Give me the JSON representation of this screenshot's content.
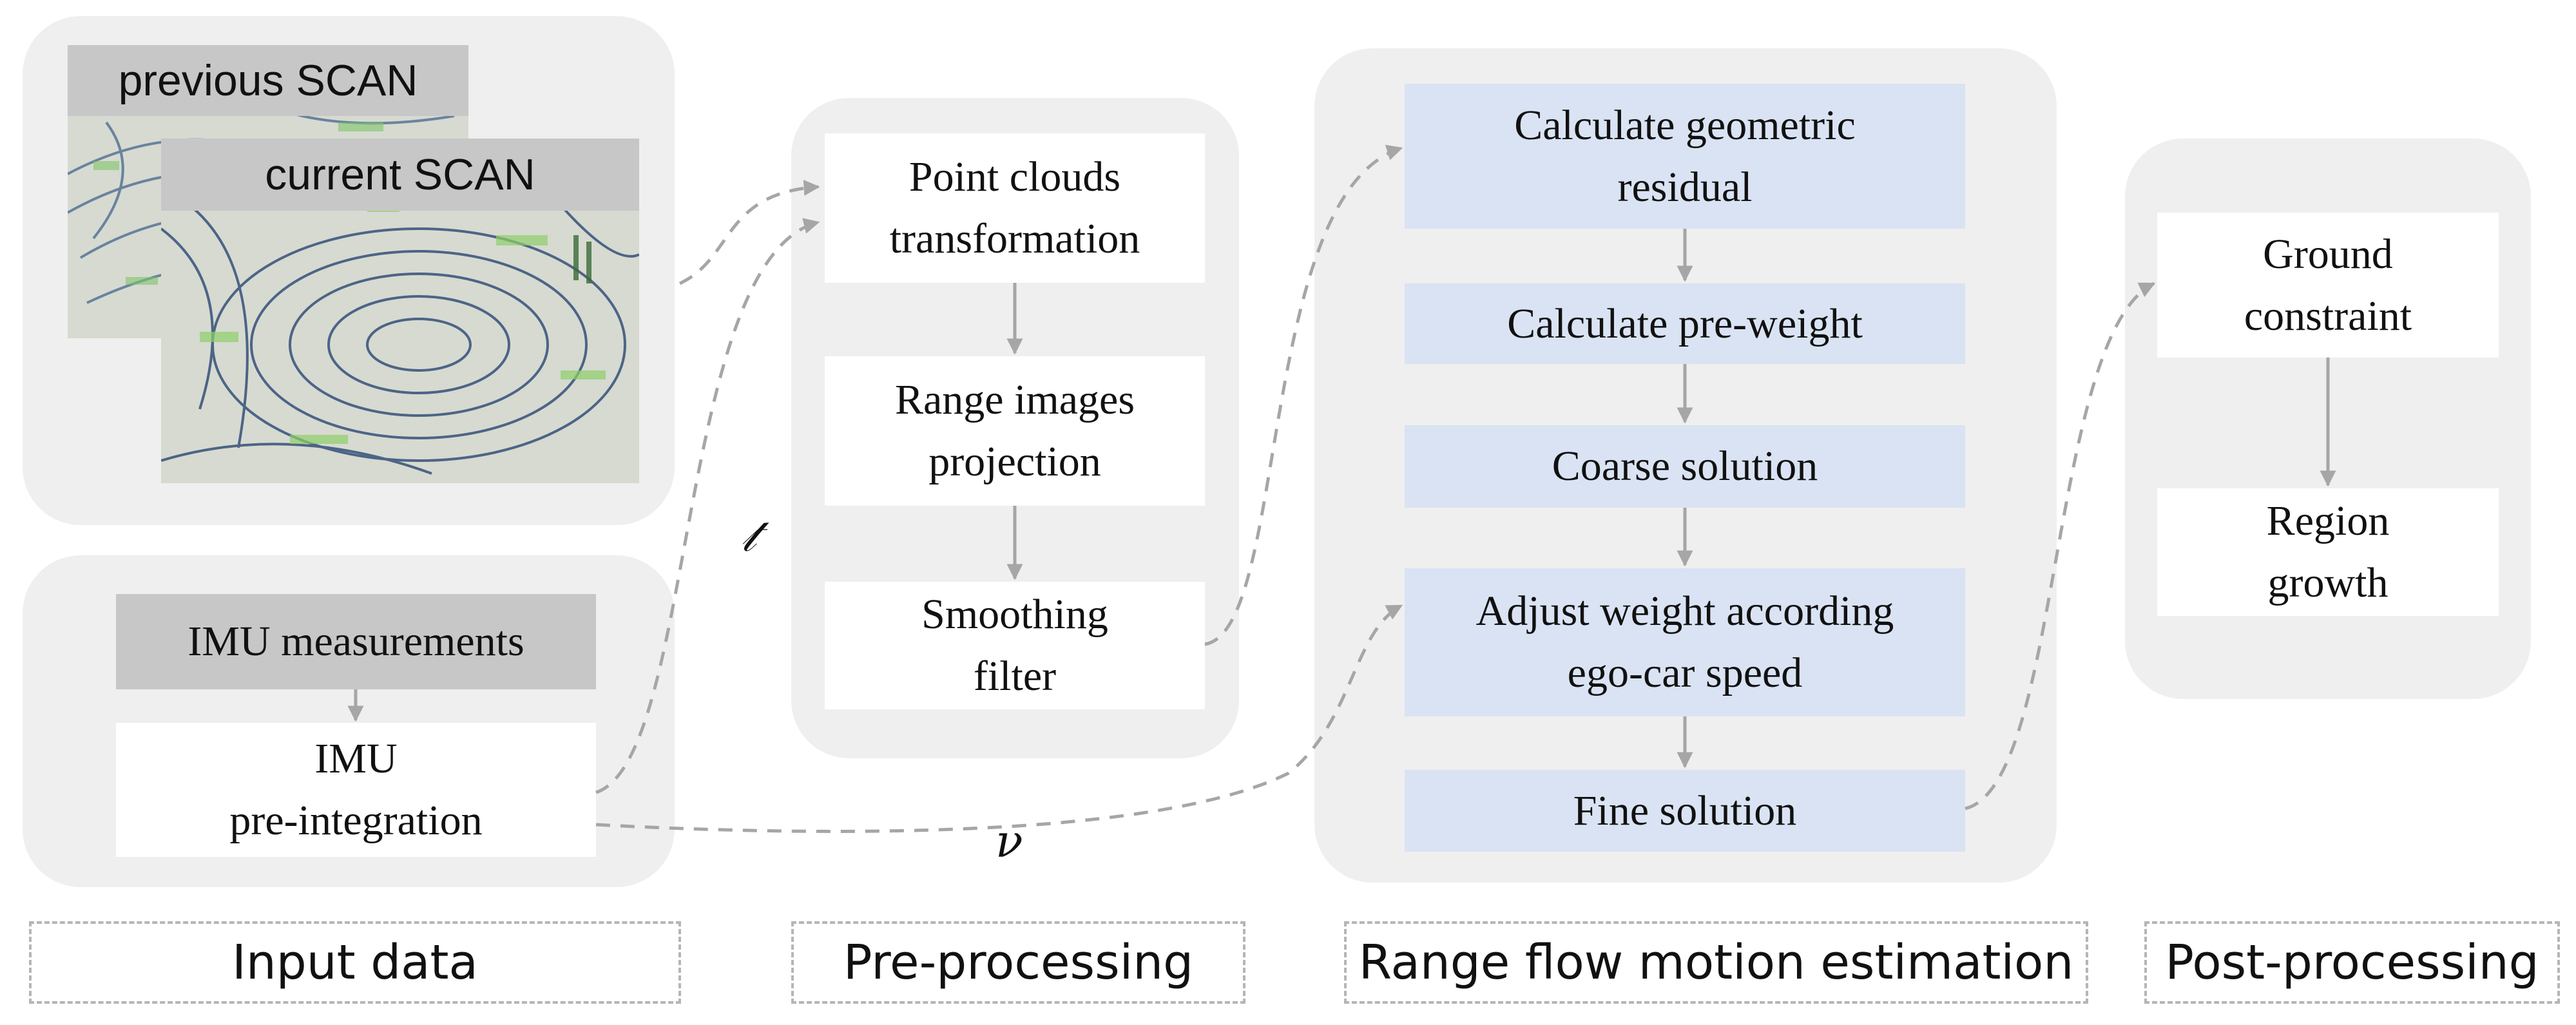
{
  "input": {
    "scan_previous_label": "previous SCAN",
    "scan_current_label": "current SCAN",
    "imu_measurements": "IMU measurements",
    "imu_preintegration": "IMU\npre-integration"
  },
  "preprocessing": {
    "steps": [
      "Point clouds\ntransformation",
      "Range images\nprojection",
      "Smoothing\nfilter"
    ]
  },
  "range_flow": {
    "steps": [
      "Calculate geometric\nresidual",
      "Calculate pre-weight",
      "Coarse solution",
      "Adjust weight according\nego-car speed",
      "Fine solution"
    ]
  },
  "postprocessing": {
    "steps": [
      "Ground\nconstraint",
      "Region\ngrowth"
    ]
  },
  "symbols": {
    "tau": "𝓉",
    "nu": "ν"
  },
  "stages": [
    "Input data",
    "Pre-processing",
    "Range flow motion estimation",
    "Post-processing"
  ],
  "colors": {
    "panel": "#efefef",
    "blue_box": "#dae3f3",
    "gray_box": "#c7c7c7",
    "connector": "#a6a6a6"
  }
}
